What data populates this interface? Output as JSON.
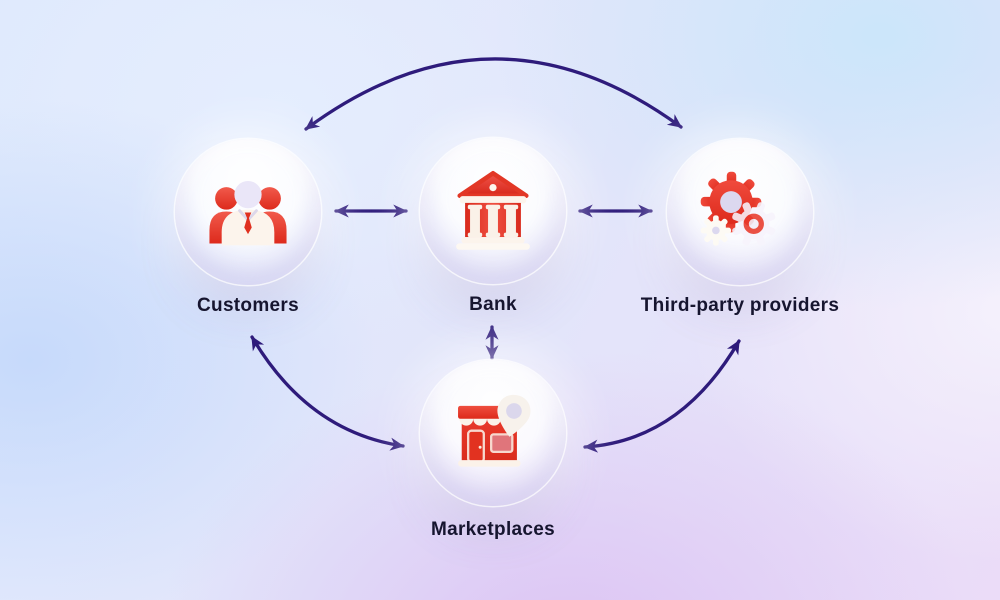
{
  "diagram": {
    "nodes": [
      {
        "id": "customers",
        "label": "Customers",
        "icon": "customers-group-icon"
      },
      {
        "id": "bank",
        "label": "Bank",
        "icon": "bank-building-icon"
      },
      {
        "id": "third_party_providers",
        "label": "Third-party providers",
        "icon": "gears-icon"
      },
      {
        "id": "marketplaces",
        "label": "Marketplaces",
        "icon": "storefront-pin-icon"
      }
    ],
    "connections": [
      {
        "from": "customers",
        "to": "third_party_providers",
        "direction": "bidirectional",
        "shape": "arc-over-top"
      },
      {
        "from": "customers",
        "to": "bank",
        "direction": "bidirectional",
        "shape": "straight-horizontal"
      },
      {
        "from": "bank",
        "to": "third_party_providers",
        "direction": "bidirectional",
        "shape": "straight-horizontal"
      },
      {
        "from": "bank",
        "to": "marketplaces",
        "direction": "bidirectional",
        "shape": "straight-vertical"
      },
      {
        "from": "customers",
        "to": "marketplaces",
        "direction": "bidirectional",
        "shape": "arc"
      },
      {
        "from": "marketplaces",
        "to": "third_party_providers",
        "direction": "bidirectional",
        "shape": "arc"
      }
    ],
    "colors": {
      "arrow": "#2e1b7b",
      "label_text": "#16152f",
      "icon_red": "#e8382b",
      "icon_red_dark": "#d7271a",
      "icon_ivory": "#fcf3ea",
      "node_glass": "#ffffff",
      "background_blue": "#c9ddfb",
      "background_purple": "#ddc2f3"
    }
  }
}
